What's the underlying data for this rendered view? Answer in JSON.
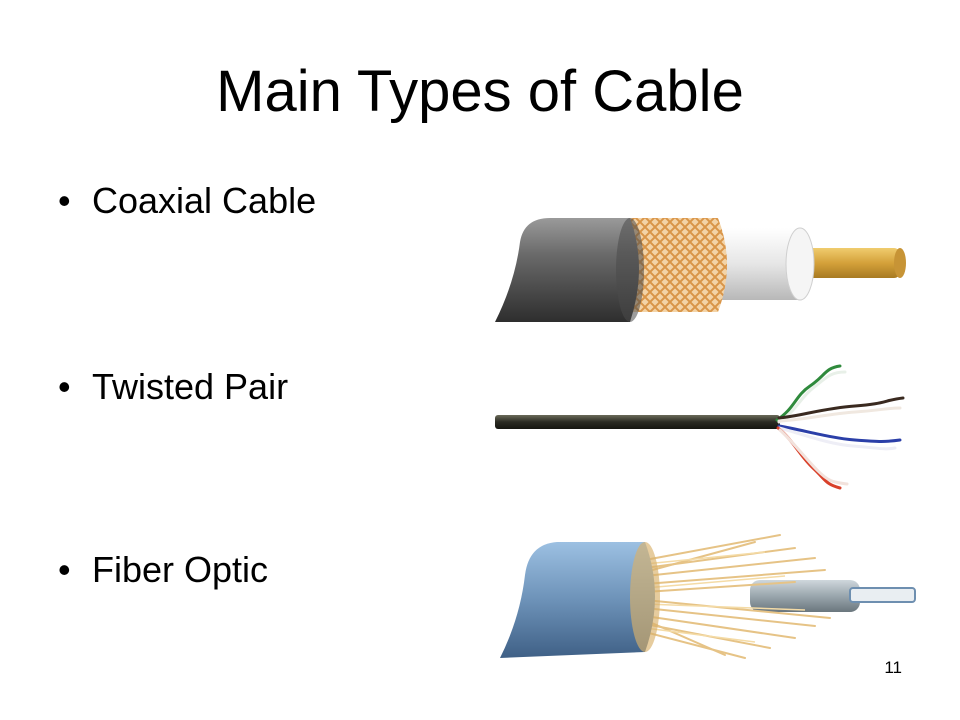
{
  "slide": {
    "title": "Main Types of Cable",
    "bullet_glyph": "•",
    "bullets": [
      {
        "label": "Coaxial Cable",
        "illustration": "coaxial-cable-icon"
      },
      {
        "label": "Twisted Pair",
        "illustration": "twisted-pair-cable-icon"
      },
      {
        "label": "Fiber Optic",
        "illustration": "fiber-optic-cable-icon"
      }
    ],
    "slide_number": "11"
  },
  "colors": {
    "background": "#ffffff",
    "text": "#000000",
    "coax_jacket": "#5a5a5a",
    "coax_braid": "#e0a860",
    "coax_dielectric": "#f2f2f2",
    "coax_core": "#d9a640",
    "fiber_jacket": "#6f93b8",
    "fiber_strands": "#e8c98c",
    "fiber_core": "#9aa6ad"
  }
}
